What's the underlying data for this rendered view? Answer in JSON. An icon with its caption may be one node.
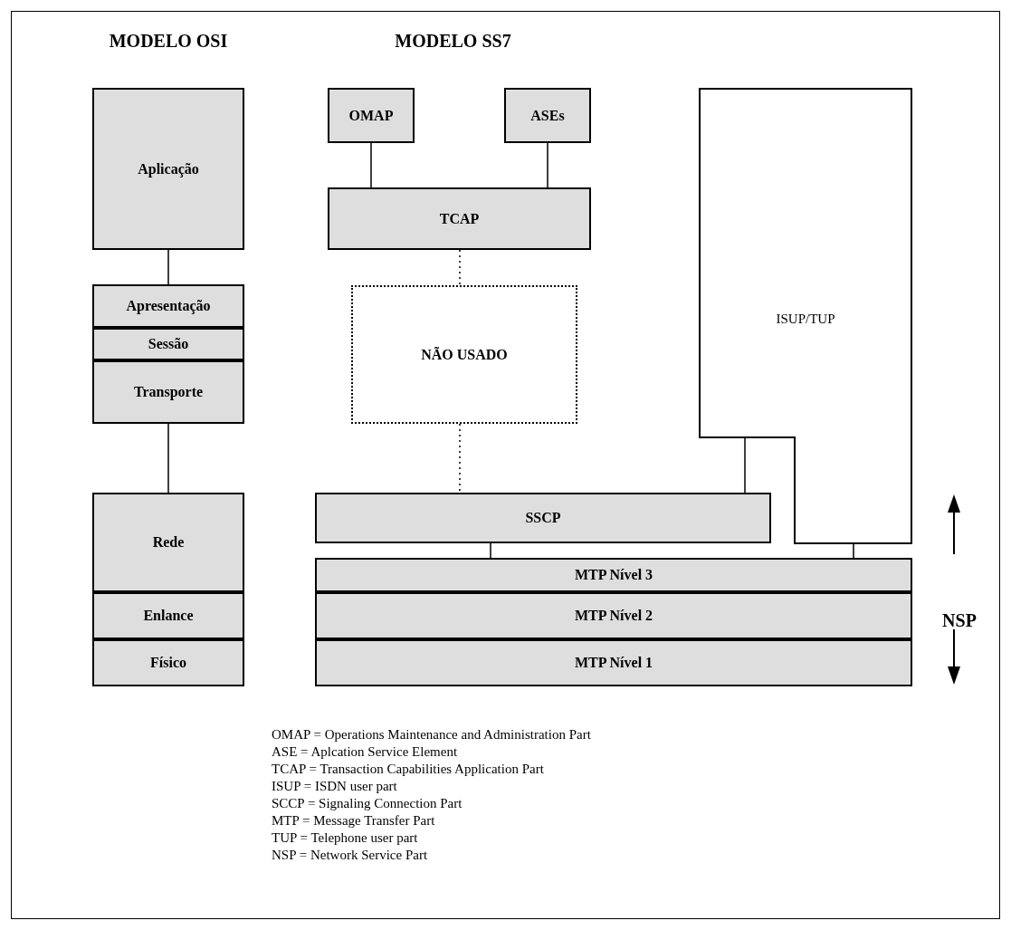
{
  "diagram": {
    "nodes": [
      {
        "text": [
          "Aplicação"
        ]
      },
      {
        "text": [
          "Apresentação"
        ]
      },
      {
        "text": [
          "Sessão"
        ]
      },
      {
        "text": [
          "Transporte"
        ]
      },
      {
        "text": [
          "Rede"
        ]
      },
      {
        "text": [
          "Enlance"
        ]
      },
      {
        "text": [
          "Físico"
        ]
      },
      {
        "text": [
          "OMAP"
        ]
      },
      {
        "text": [
          "ASEs"
        ]
      },
      {
        "text": [
          "TCAP"
        ]
      },
      {
        "text": [
          "NÃO USADO"
        ]
      },
      {
        "text": [
          "ISUP/TUP"
        ]
      },
      {
        "text": [
          "SSCP"
        ]
      },
      {
        "text": [
          "MTP Nível 3"
        ]
      },
      {
        "text": [
          "MTP Nível 2"
        ]
      },
      {
        "text": [
          "MTP Nível 1"
        ]
      }
    ],
    "edges": [
      {
        "from": 0,
        "to": 1,
        "arrow": "none"
      },
      {
        "from": 3,
        "to": 4,
        "arrow": "none"
      },
      {
        "from": 7,
        "to": 9,
        "arrow": "none"
      },
      {
        "from": 8,
        "to": 9,
        "arrow": "none"
      },
      {
        "from": 9,
        "to": 10,
        "arrow": "none",
        "style": "dashed"
      },
      {
        "from": 10,
        "to": 12,
        "arrow": "none",
        "style": "dashed"
      },
      {
        "from": 11,
        "to": 12,
        "arrow": "none"
      },
      {
        "from": 12,
        "to": 13,
        "arrow": "none"
      },
      {
        "from": 11,
        "to": 13,
        "arrow": "none"
      }
    ],
    "labels": [
      "MODELO OSI",
      "MODELO SS7",
      "NSP",
      "OMAP = Operations Maintenance and Administration Part",
      "ASE = Aplcation Service Element",
      "TCAP = Transaction Capabilities Application Part",
      "ISUP = ISDN user part",
      "SCCP = Signaling Connection Part",
      "MTP = Message Transfer Part",
      "TUP = Telephone user part",
      "NSP = Network Service Part"
    ]
  }
}
